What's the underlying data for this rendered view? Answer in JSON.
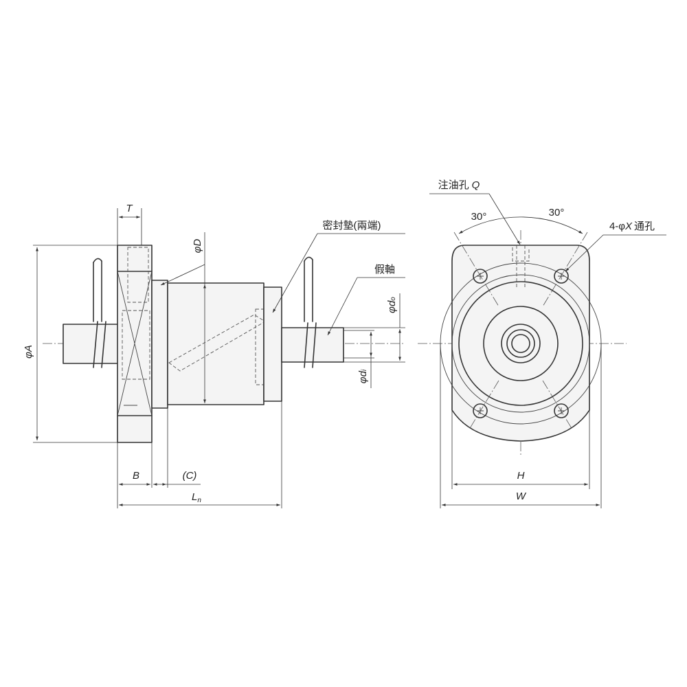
{
  "labels": {
    "dia_A": "φA",
    "dia_D": "φD",
    "thick_T": "T",
    "flange_B": "B",
    "gap_C": "(C)",
    "length_main": "L",
    "length_sub": "n",
    "dia_d0_prefix": "φ",
    "dia_d0_main": "d",
    "dia_d0_sub": "o",
    "dia_di_prefix": "φ",
    "dia_di_main": "d",
    "dia_di_sub": "i",
    "seal": "密封墊(兩端)",
    "dummy_shaft": "假軸",
    "oil_hole_text": "注油孔",
    "oil_hole_symbol": "Q",
    "angle_left": "30°",
    "angle_right": "30°",
    "holes_prefix": "4-φ",
    "holes_symbol": "X",
    "holes_suffix": "通孔",
    "width_H": "H",
    "width_W": "W"
  }
}
